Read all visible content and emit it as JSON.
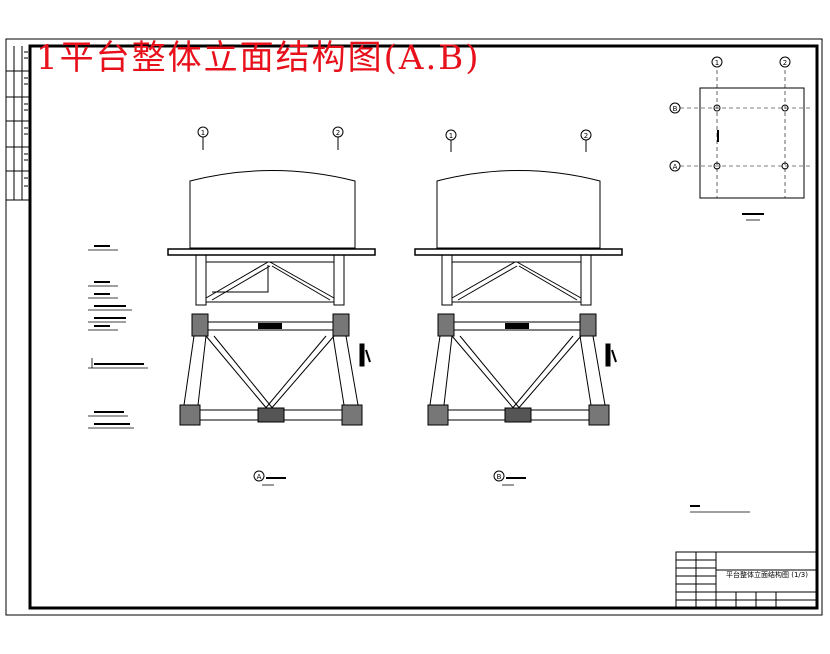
{
  "drawing": {
    "title": "1平台整体立面结构图(A.B)",
    "title_color": "#e8101a",
    "line_color": "#000000"
  },
  "elevations": [
    {
      "section_label": "A",
      "grid_marks": [
        "1",
        "2"
      ]
    },
    {
      "section_label": "B",
      "grid_marks": [
        "1",
        "2"
      ]
    }
  ],
  "plan": {
    "column_marks": [
      "1",
      "2"
    ],
    "row_marks": [
      "B",
      "A"
    ]
  },
  "title_block": {
    "drawing_name": "平台整体立面结构图 (1/3)"
  }
}
